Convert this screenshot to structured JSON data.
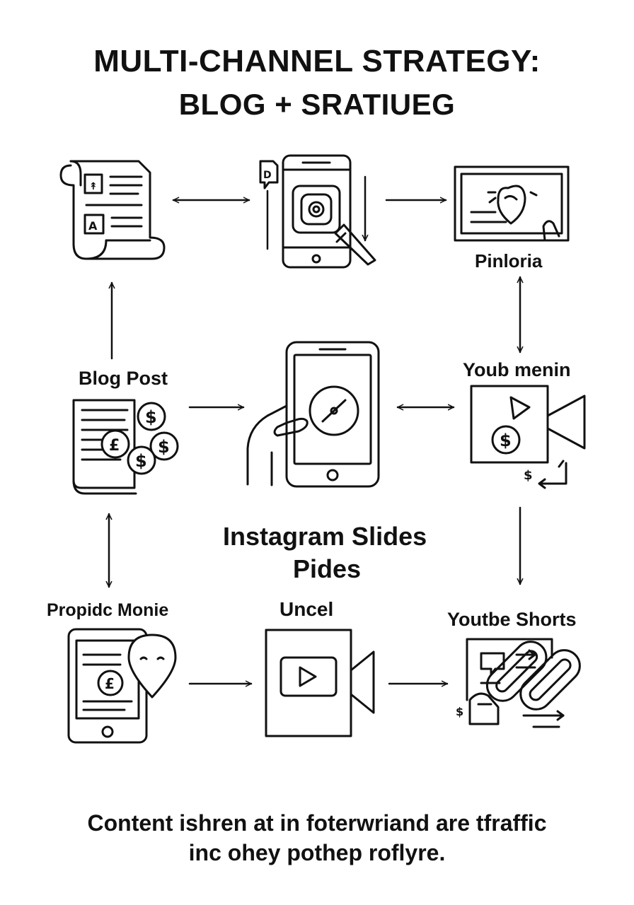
{
  "title": {
    "line1": "MULTI-CHANNEL STRATEGY:",
    "line2": "BLOG +   SRATIUEG"
  },
  "labels": {
    "pinloria": "Pinloria",
    "blog_post": "Blog Post",
    "youb_menin": "Youb menin",
    "instagram_line1": "Instagram Slides",
    "instagram_line2": "Pides",
    "propidc": "Propidc Monie",
    "uncel": "Uncel",
    "youtube_shorts": "Youtbe Shorts"
  },
  "glyphs": {
    "dollar": "$",
    "pound": "£",
    "letter_a": "A"
  },
  "caption": {
    "line1": "Content ishren at in foterwriand are tfraffic",
    "line2": "inc ohey pothep roflyre."
  }
}
